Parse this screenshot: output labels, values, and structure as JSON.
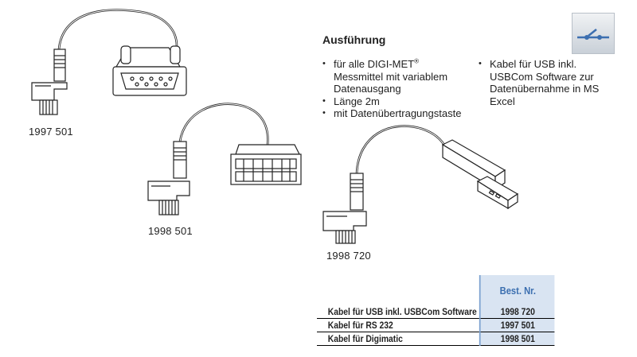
{
  "products": [
    {
      "id": "1997 501"
    },
    {
      "id": "1998 501"
    },
    {
      "id": "1998 720"
    }
  ],
  "features": {
    "heading": "Ausführung",
    "col1": [
      {
        "text": "für alle DIGI-MET",
        "sup": "®",
        "cont": "Messmittel mit variablem Datenausgang"
      },
      {
        "text": "Länge 2m"
      },
      {
        "text": "mit Datenübertragungstaste"
      }
    ],
    "col2": [
      {
        "text": "Kabel für USB inkl. USBCom Software zur Datenübernahme in MS Excel"
      }
    ]
  },
  "order_table": {
    "header": "Best. Nr.",
    "rows": [
      {
        "name": "Kabel für USB inkl. USBCom Software",
        "number": "1998 720"
      },
      {
        "name": "Kabel für RS 232",
        "number": "1997 501"
      },
      {
        "name": "Kabel für Digimatic",
        "number": "1998 501"
      }
    ]
  },
  "colors": {
    "accent": "#3c6fb0",
    "table_fill": "#d9e4f2"
  }
}
